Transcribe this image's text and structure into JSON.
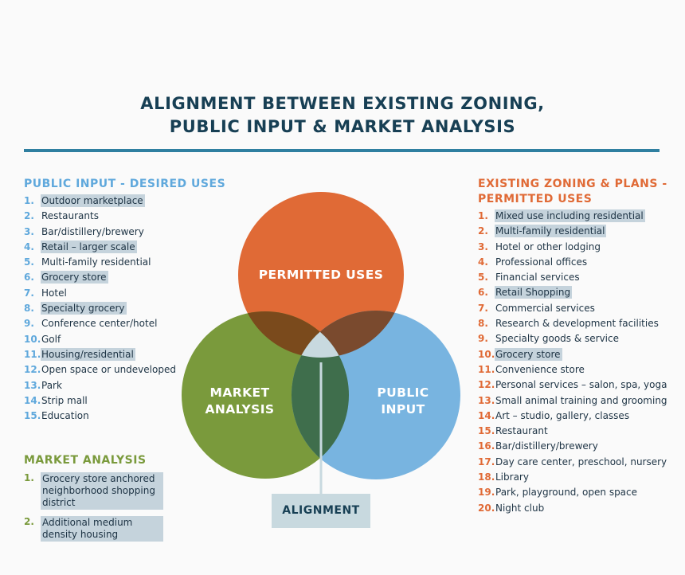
{
  "title": {
    "line1": "ALIGNMENT BETWEEN EXISTING ZONING,",
    "line2": "PUBLIC INPUT & MARKET ANALYSIS"
  },
  "colors": {
    "accent_rule": "#2f7fa0",
    "permitted": "#e06a36",
    "market": "#7a9a3c",
    "public": "#78b4e0",
    "alignment": "#c8d9df"
  },
  "public_input": {
    "heading": "PUBLIC INPUT - DESIRED USES",
    "items": [
      {
        "num": "1.",
        "text": "Outdoor marketplace",
        "highlight": true
      },
      {
        "num": "2.",
        "text": "Restaurants",
        "highlight": false
      },
      {
        "num": "3.",
        "text": "Bar/distillery/brewery",
        "highlight": false
      },
      {
        "num": "4.",
        "text": "Retail – larger scale",
        "highlight": true
      },
      {
        "num": "5.",
        "text": "Multi-family residential",
        "highlight": false
      },
      {
        "num": "6.",
        "text": "Grocery store",
        "highlight": true
      },
      {
        "num": "7.",
        "text": "Hotel",
        "highlight": false
      },
      {
        "num": "8.",
        "text": "Specialty grocery",
        "highlight": true
      },
      {
        "num": "9.",
        "text": "Conference center/hotel",
        "highlight": false
      },
      {
        "num": "10.",
        "text": "Golf",
        "highlight": false
      },
      {
        "num": "11.",
        "text": "Housing/residential",
        "highlight": true
      },
      {
        "num": "12.",
        "text": "Open space or undeveloped",
        "highlight": false
      },
      {
        "num": "13.",
        "text": "Park",
        "highlight": false
      },
      {
        "num": "14.",
        "text": "Strip mall",
        "highlight": false
      },
      {
        "num": "15.",
        "text": "Education",
        "highlight": false
      }
    ]
  },
  "market_analysis": {
    "heading": "MARKET ANALYSIS",
    "items": [
      {
        "num": "1.",
        "text": "Grocery store anchored neighborhood shopping district",
        "highlight": true
      },
      {
        "num": "2.",
        "text": "Additional medium density housing",
        "highlight": true
      }
    ]
  },
  "existing_zoning": {
    "heading_line1": "EXISTING ZONING & PLANS -",
    "heading_line2": "PERMITTED USES",
    "items": [
      {
        "num": "1.",
        "text": "Mixed use including residential",
        "highlight": true
      },
      {
        "num": "2.",
        "text": "Multi-family residential",
        "highlight": true
      },
      {
        "num": "3.",
        "text": "Hotel or other lodging",
        "highlight": false
      },
      {
        "num": "4.",
        "text": "Professional offices",
        "highlight": false
      },
      {
        "num": "5.",
        "text": "Financial services",
        "highlight": false
      },
      {
        "num": "6.",
        "text": "Retail Shopping",
        "highlight": true
      },
      {
        "num": "7.",
        "text": "Commercial services",
        "highlight": false
      },
      {
        "num": "8.",
        "text": "Research & development facilities",
        "highlight": false
      },
      {
        "num": "9.",
        "text": "Specialty goods & service",
        "highlight": false
      },
      {
        "num": "10.",
        "text": "Grocery store",
        "highlight": true
      },
      {
        "num": "11.",
        "text": "Convenience store",
        "highlight": false
      },
      {
        "num": "12.",
        "text": "Personal services – salon, spa, yoga",
        "highlight": false
      },
      {
        "num": "13.",
        "text": "Small animal training and grooming",
        "highlight": false
      },
      {
        "num": "14.",
        "text": "Art – studio, gallery, classes",
        "highlight": false
      },
      {
        "num": "15.",
        "text": "Restaurant",
        "highlight": false
      },
      {
        "num": "16.",
        "text": "Bar/distillery/brewery",
        "highlight": false
      },
      {
        "num": "17.",
        "text": "Day care center, preschool, nursery",
        "highlight": false
      },
      {
        "num": "18.",
        "text": "Library",
        "highlight": false
      },
      {
        "num": "19.",
        "text": "Park, playground, open space",
        "highlight": false
      },
      {
        "num": "20.",
        "text": "Night club",
        "highlight": false
      }
    ]
  },
  "venn": {
    "permitted_label": "PERMITTED USES",
    "market_line1": "MARKET",
    "market_line2": "ANALYSIS",
    "public_line1": "PUBLIC",
    "public_line2": "INPUT",
    "alignment_label": "ALIGNMENT"
  }
}
